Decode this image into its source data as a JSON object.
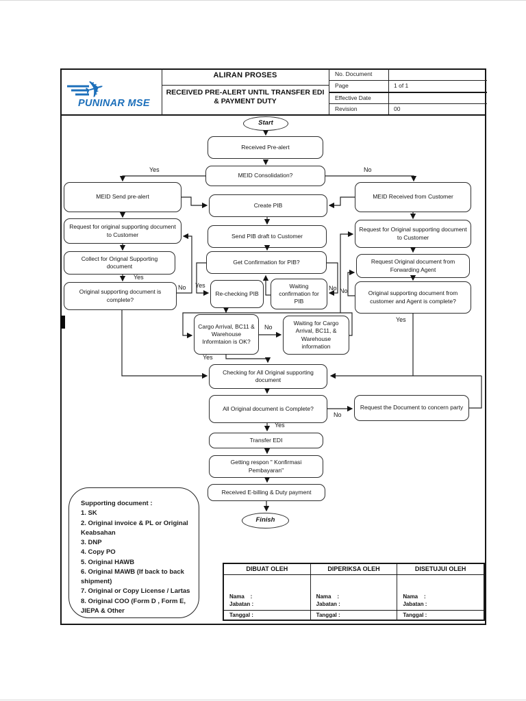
{
  "header": {
    "logo_text": "PUNINAR MSE",
    "airplane_icon": "✈",
    "title_line1": "ALIRAN PROSES",
    "title_line2": "RECEIVED PRE-ALERT UNTIL TRANSFER EDI & PAYMENT DUTY",
    "info": {
      "rows": [
        {
          "label": "No. Document",
          "value": ""
        },
        {
          "label": "Page",
          "value": "1 of 1"
        },
        {
          "label": "Effective Date",
          "value": ""
        },
        {
          "label": "Revision",
          "value": "00"
        }
      ]
    }
  },
  "flowchart": {
    "edge_labels": {
      "yes": "Yes",
      "no": "No"
    },
    "nodes": {
      "start": {
        "label": "Start"
      },
      "received_prealert": {
        "label": "Received Pre-alert"
      },
      "meid_consolidation": {
        "label": "MEID Consolidation?"
      },
      "meid_send_prealert": {
        "label": "MEID Send pre-alert"
      },
      "meid_received": {
        "label": "MEID Received from Customer"
      },
      "create_pib": {
        "label": "Create PIB"
      },
      "request_orig_cust_left": {
        "label": "Request for original supporting document to Customer"
      },
      "send_pib_draft": {
        "label": "Send PIB draft to Customer"
      },
      "request_orig_cust_right": {
        "label": "Request for Original supporting document to Customer"
      },
      "collect_orignal": {
        "label": "Collect for Orignal Supporting document"
      },
      "get_confirmation": {
        "label": "Get Confirmation for PIB?"
      },
      "request_forwarding": {
        "label": "Request Original document from Forwarding Agent"
      },
      "orig_complete_left": {
        "label": "Original supporting document is complete?"
      },
      "rechecking_pib": {
        "label": "Re-checking PIB"
      },
      "waiting_confirmation": {
        "label": "Waiting confirmation for PIB"
      },
      "orig_complete_right": {
        "label": "Original supporting document from customer and Agent is complete?"
      },
      "cargo_ok": {
        "label": "Cargo Arrival, BC11 & Warehouse Informtaion is OK?"
      },
      "waiting_cargo": {
        "label": "Waiting for Cargo Arrival, BC11, & Warehouse information"
      },
      "checking_all": {
        "label": "Checking for All Original supporting document"
      },
      "all_complete": {
        "label": "All Original document is Complete?"
      },
      "request_concern": {
        "label": "Request the Document to concern party"
      },
      "transfer_edi": {
        "label": "Transfer EDI"
      },
      "getting_respon": {
        "label": "Getting respon \" Konfirmasi Pembayaran\""
      },
      "received_ebilling": {
        "label": "Received E-billing & Duty payment"
      },
      "finish": {
        "label": "Finish"
      }
    }
  },
  "supporting_box": {
    "title": "Supporting document :",
    "items": [
      "1. SK",
      "2. Original invoice & PL or Original Keabsahan",
      "3. DNP",
      "4. Copy PO",
      "5. Original HAWB",
      "6. Original MAWB (If back to back shipment)",
      "7. Original or Copy License / Lartas",
      "8. Original COO (Form D , Form E, JIEPA & Other"
    ]
  },
  "approval_table": {
    "columns": [
      "DIBUAT OLEH",
      "DIPERIKSA OLEH",
      "DISETUJUI OLEH"
    ],
    "nama_label": "Nama    :",
    "jabatan_label": "Jabatan :",
    "tanggal_label": "Tanggal :"
  }
}
